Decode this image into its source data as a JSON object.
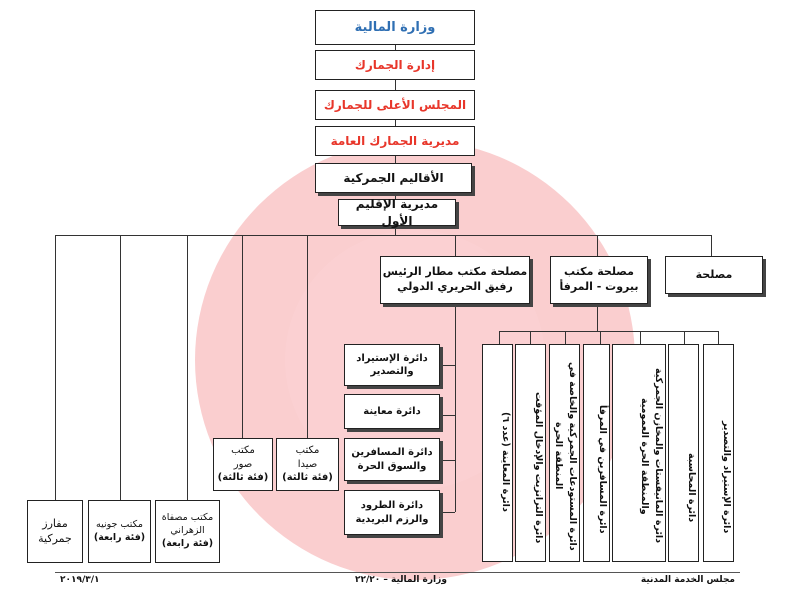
{
  "top_chain": {
    "ministry": "وزارة المالية",
    "customs_admin": "إدارة الجمارك",
    "supreme_council": "المجلس الأعلى للجمارك",
    "general_directorate": "مديرية الجمارك العامة",
    "regions": "الأقاليم الجمركية",
    "first_region": "مديرية الإقليم الأول"
  },
  "second_level": {
    "department": "مصلحة",
    "beirut_port_line1": "مصلحة مكتب",
    "beirut_port_line2": "بيروت - المرفأ",
    "airport_line1": "مصلحة مكتب مطار الرئيس",
    "airport_line2": "رفيق الحريري الدولي",
    "saida_line1": "مكتب",
    "saida_line2": "صيدا",
    "saida_line3": "(فئة ثالثة)",
    "sour_line1": "مكتب",
    "sour_line2": "صور",
    "sour_line3": "(فئة ثالثة)",
    "zahrani_line1": "مكتب مصفاة",
    "zahrani_line2": "الزهراني",
    "zahrani_line3": "(فئة رابعة)",
    "jounieh_line1": "مكتب جونيه",
    "jounieh_line2": "(فئة رابعة)",
    "posts_line1": "مفارز",
    "posts_line2": "جمركية"
  },
  "port_units": [
    "دائرة الإستيراد والتصدير",
    "دائرة المحاسبة",
    "دائرة المانيفستات والمخازن الجمركية والمنطقة الحرة العمومية",
    "دائرة المسافرين في المرفأ",
    "دائرة المستودعات الجمركية والخاصة في المنطقة الحرة",
    "دائرة الترانزيت والإدخال المؤقت",
    "دائرة المعاينة (عدد ٦)"
  ],
  "airport_units": [
    "دائرة الإستيراد والتصدير",
    "دائرة معاينة",
    "دائرة المسافرين والسوق الحرة",
    "دائرة الطرود والرزم البريدية"
  ],
  "footer": {
    "council": "مجلس الخدمة المدنية",
    "ministry_ref": "وزارة المالية – ٢٢/٢٠",
    "date": "٢٠١٩/٣/١"
  },
  "colors": {
    "ministry_text": "#2f6fb3",
    "red_text": "#e8362a",
    "watermark": "#f6a6a8"
  }
}
